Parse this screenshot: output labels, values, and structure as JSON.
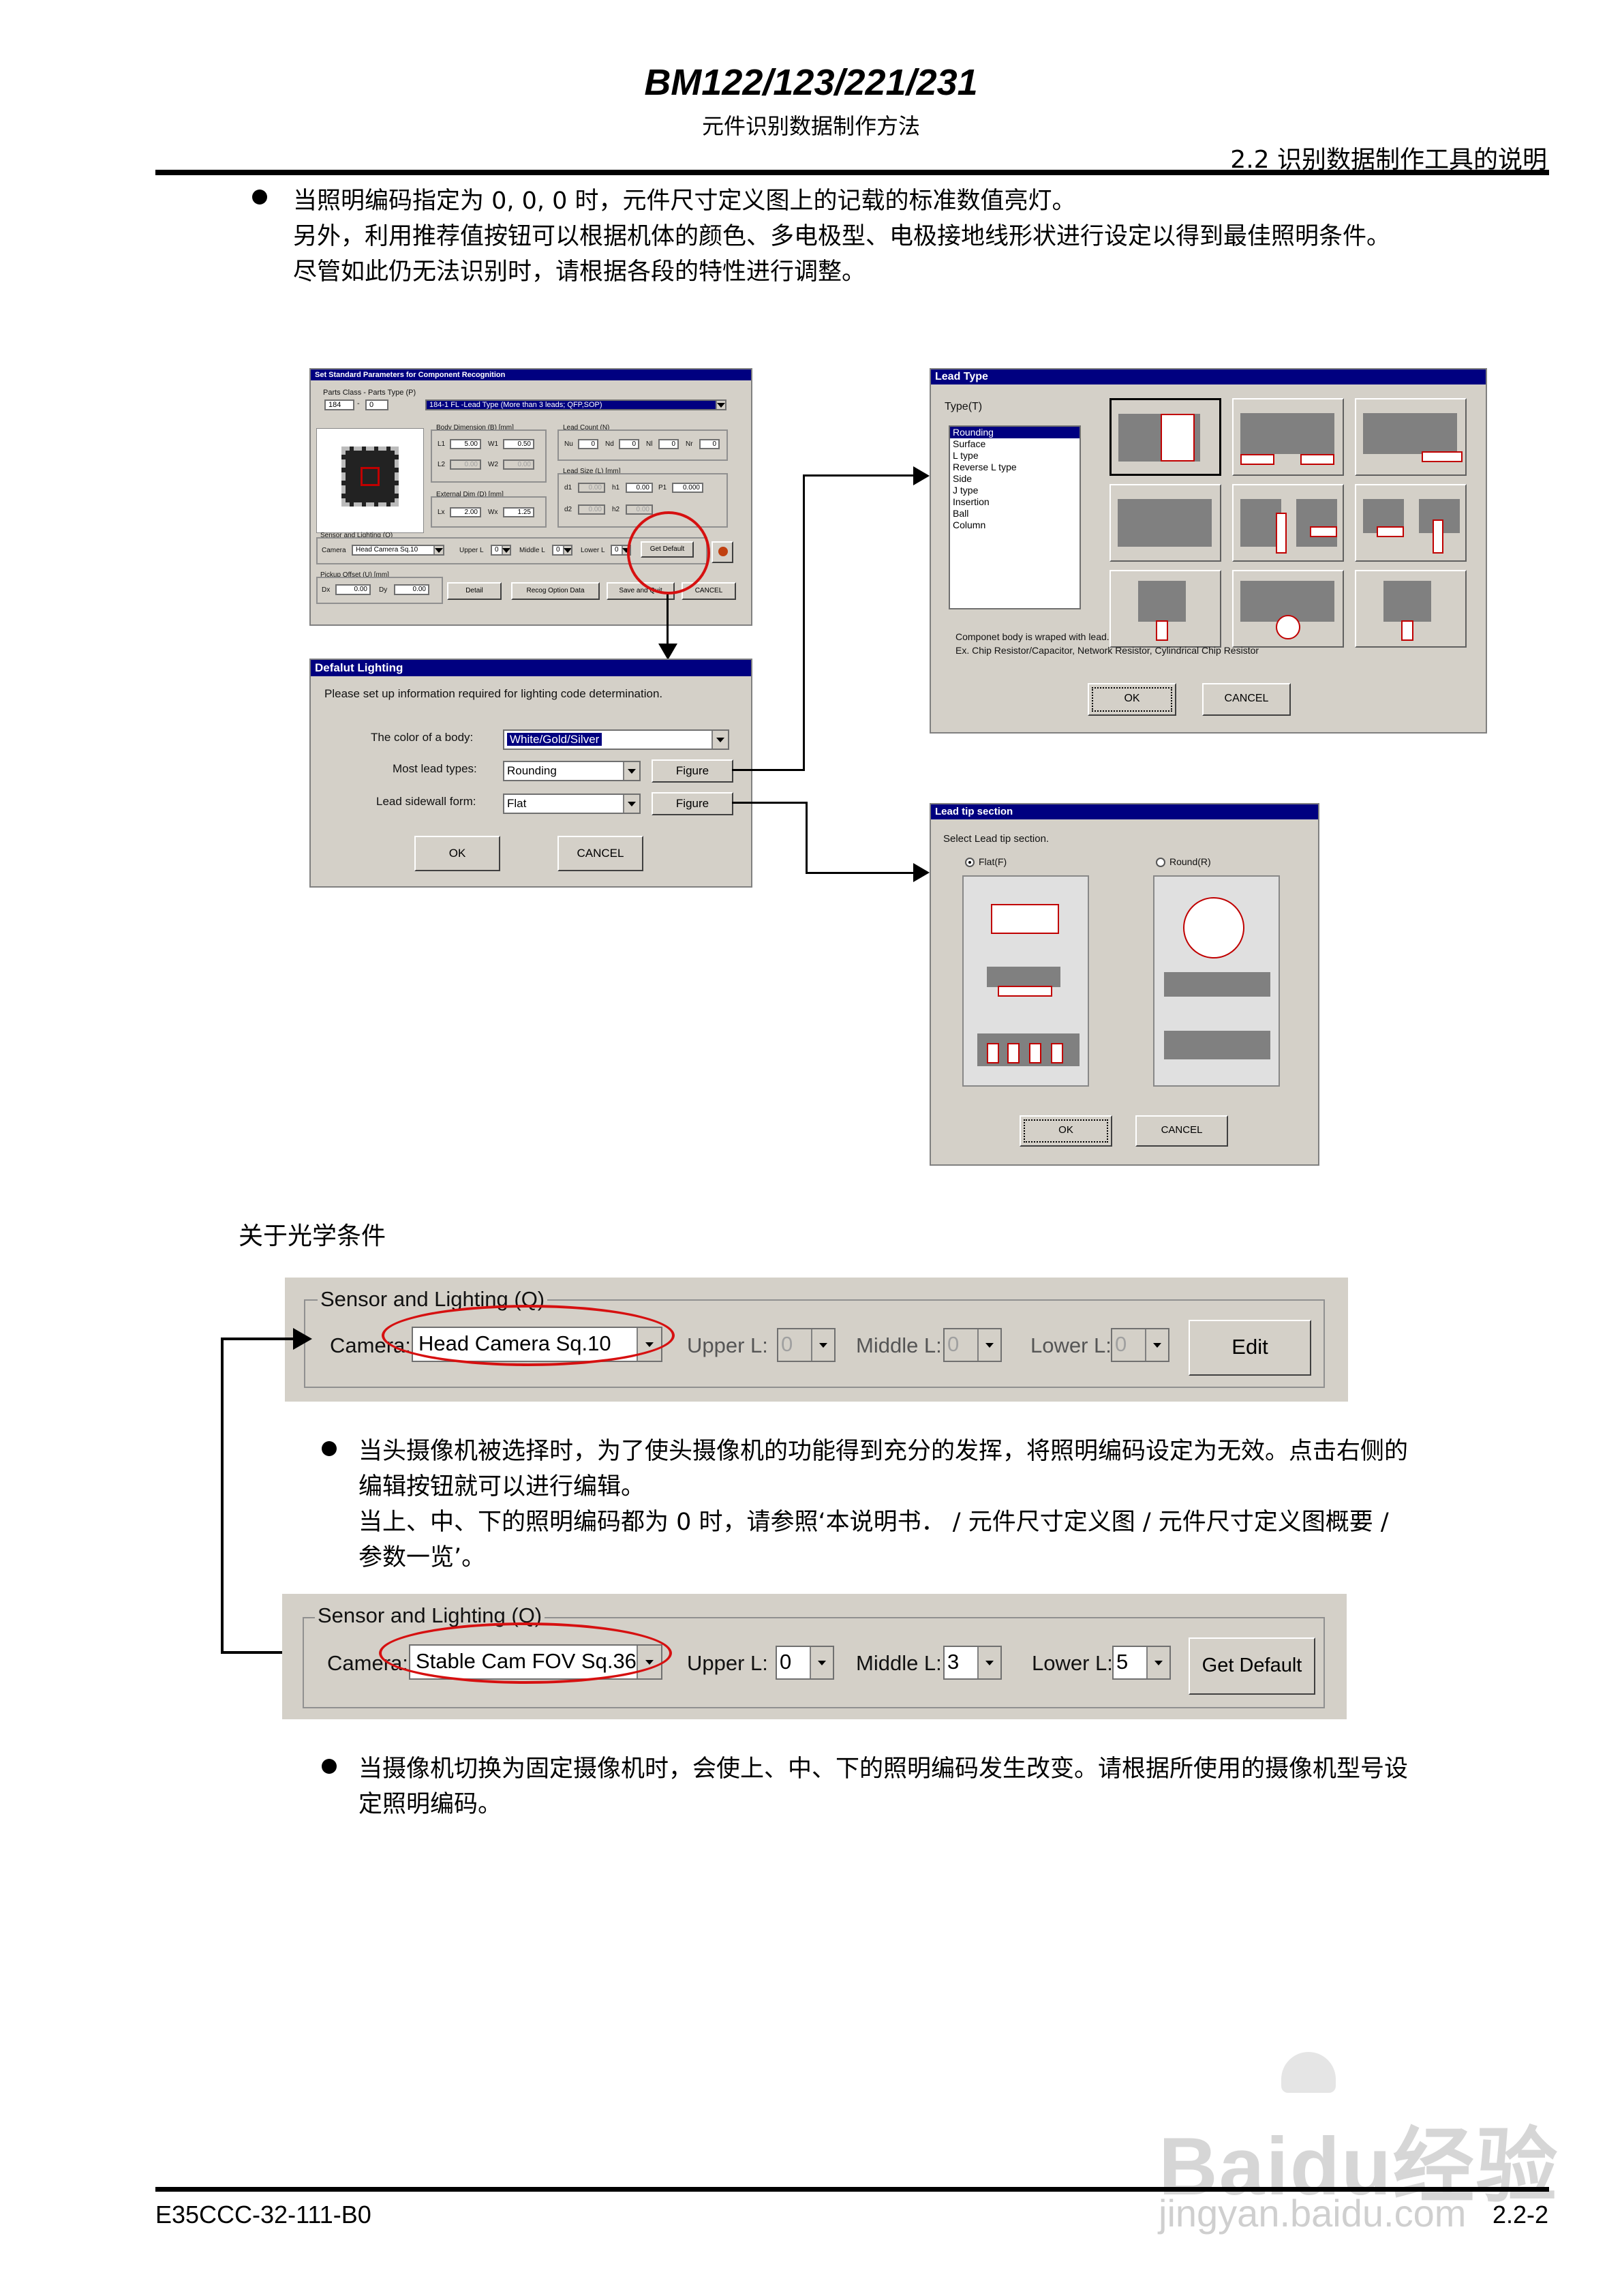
{
  "header": {
    "title": "BM122/123/221/231",
    "subtitle": "元件识别数据制作方法",
    "section": "2.2 识别数据制作工具的说明"
  },
  "intro": {
    "bullet_line1": "当照明编码指定为 0, 0, 0 时，元件尺寸定义图上的记载的标准数值亮灯。",
    "line2": "另外，利用推荐值按钮可以根据机体的颜色、多电极型、电极接地线形状进行设定以得到最佳照明条件。",
    "line3": "尽管如此仍无法识别时，请根据各段的特性进行调整。"
  },
  "std_params_dialog": {
    "title": "Set Standard Parameters for Component Recognition",
    "parts_class_label": "Parts Class - Parts Type (P)",
    "parts_class_value": "184",
    "parts_type_value": "0",
    "parts_type_desc": "184-1 FL -Lead Type (More than 3 leads; QFP,SOP)",
    "body_dim_label": "Body Dimension (B) [mm]",
    "lead_count_label": "Lead Count (N)",
    "l1_label": "L1",
    "l1": "5.00",
    "w1_label": "W1",
    "w1": "0.50",
    "l2_label": "L2",
    "l2": "0.00",
    "w2_label": "W2",
    "w2": "0.00",
    "nu_label": "Nu",
    "nu": "0",
    "nd_label": "Nd",
    "nd": "0",
    "nl_label": "Nl",
    "nl": "0",
    "nr_label": "Nr",
    "nr": "0",
    "lead_size_label": "Lead Size (L) [mm]",
    "d1_label": "d1",
    "d1": "0.00",
    "h1_label": "h1",
    "h1": "0.00",
    "p1_label": "P1",
    "p1": "0.000",
    "d2_label": "d2",
    "d2": "0.00",
    "h2_label": "h2",
    "h2": "0.00",
    "ext_dim_label": "External Dim (D) [mm]",
    "lx_label": "Lx",
    "lx": "2.00",
    "wx_label": "Wx",
    "wx": "1.25",
    "sensor_label": "Sensor and Lighting (Q)",
    "camera_label": "Camera",
    "camera_value": "Head Camera Sq.10",
    "upper_label": "Upper L",
    "upper": "0",
    "middle_label": "Middle L",
    "middle": "0",
    "lower_label": "Lower L",
    "lower": "0",
    "get_default": "Get Default",
    "pickup_label": "Pickup Offset (U) [mm]",
    "dx_label": "Dx",
    "dx": "0.00",
    "dy_label": "Dy",
    "dy": "0.00",
    "detail_btn": "Detail",
    "recog_btn": "Recog Option Data",
    "save_btn": "Save and Quit",
    "cancel_btn": "CANCEL"
  },
  "default_lighting_dialog": {
    "title": "Defalut Lighting",
    "instruction": "Please set up information required for lighting code determination.",
    "color_label": "The color of a body:",
    "color_value": "White/Gold/Silver",
    "lead_types_label": "Most lead types:",
    "lead_types_value": "Rounding",
    "sidewall_label": "Lead sidewall form:",
    "sidewall_value": "Flat",
    "figure1": "Figure",
    "figure2": "Figure",
    "ok": "OK",
    "cancel": "CANCEL"
  },
  "lead_type_dialog": {
    "title": "Lead Type",
    "type_label": "Type(T)",
    "types": [
      "Rounding",
      "Surface",
      "L type",
      "Reverse L type",
      "Side",
      "J type",
      "Insertion",
      "Ball",
      "Column"
    ],
    "desc1": "Componet body is wraped with lead.",
    "desc2": "Ex. Chip Resistor/Capacitor, Network Resistor, Cylindrical Chip Resistor",
    "ok": "OK",
    "cancel": "CANCEL"
  },
  "lead_tip_dialog": {
    "title": "Lead tip section",
    "instruction": "Select Lead tip section.",
    "flat_label": "Flat(F)",
    "round_label": "Round(R)",
    "ok": "OK",
    "cancel": "CANCEL"
  },
  "optics_heading": "关于光学条件",
  "sensor_panel1": {
    "group_label": "Sensor and Lighting (Q)",
    "camera_label": "Camera:",
    "camera_value": "Head Camera Sq.10",
    "upper_label": "Upper L:",
    "upper": "0",
    "middle_label": "Middle L:",
    "middle": "0",
    "lower_label": "Lower L:",
    "lower": "0",
    "button": "Edit"
  },
  "note1": {
    "line1": "当头摄像机被选择时，为了使头摄像机的功能得到充分的发挥，将照明编码设定为无效。点击右侧的",
    "line2": "编辑按钮就可以进行编辑。",
    "line3": "当上、中、下的照明编码都为 0 时，请参照‘本说明书． / 元件尺寸定义图 / 元件尺寸定义图概要 /",
    "line4": "参数一览’。"
  },
  "sensor_panel2": {
    "group_label": "Sensor and Lighting (Q)",
    "camera_label": "Camera:",
    "camera_value": "Stable Cam FOV Sq.36",
    "upper_label": "Upper L:",
    "upper": "0",
    "middle_label": "Middle L:",
    "middle": "3",
    "lower_label": "Lower L:",
    "lower": "5",
    "button": "Get Default"
  },
  "note2": {
    "line1": "当摄像机切换为固定摄像机时，会使上、中、下的照明编码发生改变。请根据所使用的摄像机型号设",
    "line2": "定照明编码。"
  },
  "footer": {
    "doc_id": "E35CCC-32-111-B0",
    "page": "2.2-2"
  },
  "watermark": {
    "brand": "Baidu经验",
    "url": "jingyan.baidu.com"
  },
  "colors": {
    "title_bar": "#000080",
    "dialog_bg": "#d4d0c8",
    "highlight_ring": "#d61010"
  }
}
